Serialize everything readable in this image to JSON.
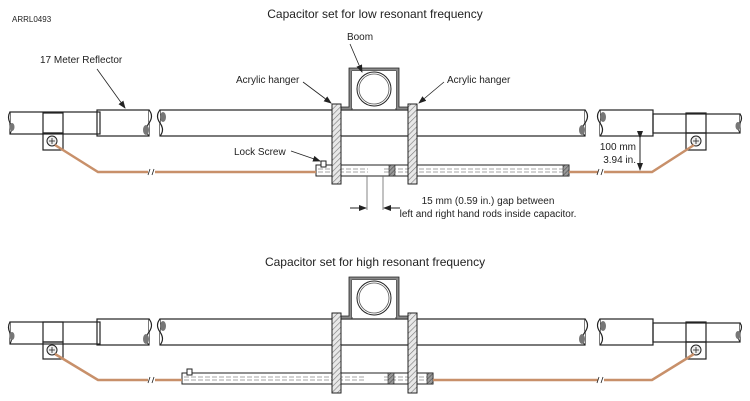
{
  "figure_id": "ARRL0493",
  "top_panel": {
    "title": "Capacitor set for low resonant frequency",
    "labels": {
      "reflector": "17 Meter Reflector",
      "boom": "Boom",
      "hanger_left": "Acrylic hanger",
      "hanger_right": "Acrylic hanger",
      "lock_screw": "Lock Screw",
      "spacing_mm": "100 mm",
      "spacing_in": "3.94 in.",
      "gap_line1": "15 mm (0.59 in.) gap between",
      "gap_line2": "left and right hand rods inside capacitor."
    }
  },
  "bottom_panel": {
    "title": "Capacitor set for high resonant frequency"
  },
  "colors": {
    "wire": "#c8906a",
    "tube_light": "#f2f2f2",
    "tube_dark": "#a8a8a8",
    "outline": "#222222",
    "boom_bracket": "#8a8a8a",
    "hatch": "#777777"
  }
}
